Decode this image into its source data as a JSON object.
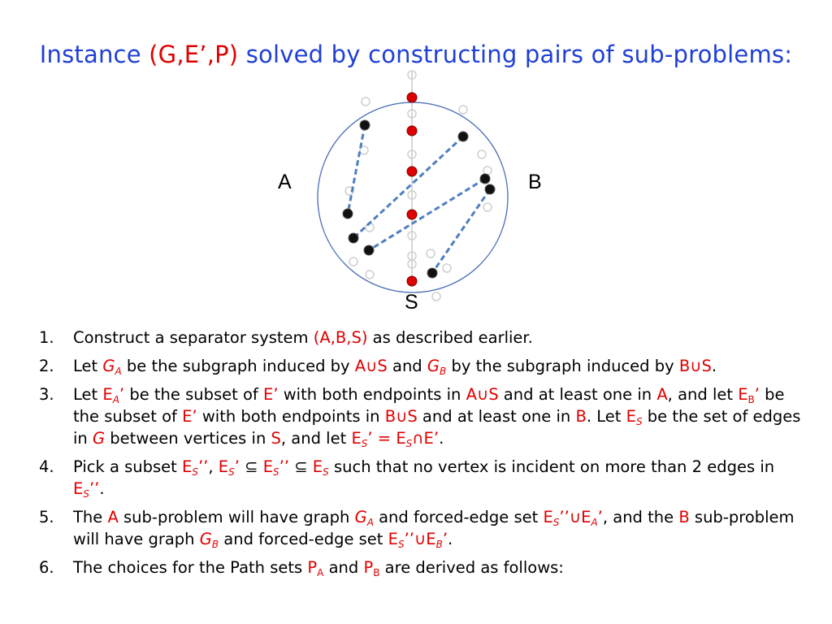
{
  "title": {
    "prefix": "Instance ",
    "instance": "(G,E’,P)",
    "suffix": " solved by constructing pairs of sub-problems:"
  },
  "diagram": {
    "label_a": "A",
    "label_b": "B",
    "label_s": "S",
    "colors": {
      "circle": "#4a6fb5",
      "edge": "#4f7fc0",
      "separator_vertex": "#e00000",
      "vertex": "#111111",
      "ghost": "#cfcfcf"
    }
  },
  "steps": [
    {
      "num": "1.",
      "s1": "Construct a separator system ",
      "s2": "(A,B,S)",
      "s3": " as described earlier."
    },
    {
      "num": "2.",
      "s1": "Let ",
      "g": "G",
      "a": "A",
      "s2": " be the subgraph induced by ",
      "aus": "A∪S",
      "s3": " and ",
      "g2": "G",
      "b": "B",
      "s4": " by the subgraph induced by ",
      "bus": "B∪S",
      "s5": "."
    },
    {
      "num": "3.",
      "t1": "Let ",
      "e1": "E",
      "e1sub": "A",
      "e1p": "’",
      "t2": " be the subset of ",
      "e2": "E’",
      "t3": " with both endpoints in ",
      "aus": "A∪S",
      "t4": " and at least one in ",
      "a": "A",
      "t5": ", and let ",
      "e3": "E",
      "e3sub": "B",
      "e3p": "’",
      "t6": " be the subset of ",
      "e4": "E’",
      "t7": " with both endpoints in ",
      "bus": "B∪S",
      "t8": " and at least one in ",
      "b": "B",
      "t9": ".  Let ",
      "es": "E",
      "essub": "S",
      "t10": " be the set of edges in ",
      "g": "G",
      "t11": " between vertices in ",
      "s": "S",
      "t12": ", and let ",
      "es2": "E",
      "es2sub": "S",
      "es2p": "’",
      "t13": " = E",
      "t13sub": "S",
      "t14": "∩E’",
      "t15": "."
    },
    {
      "num": "4.",
      "t1": "Pick a subset ",
      "a1": "E",
      "a1sub": "S",
      "a1p": "’’",
      "t2": ", ",
      "b1": "E",
      "b1sub": "S",
      "b1p": "’",
      "t3": " ⊆ ",
      "c1": "E",
      "c1sub": "S",
      "c1p": "’’",
      "t4": " ⊆ ",
      "d1": "E",
      "d1sub": "S",
      "t5": " such that no vertex is incident on more than 2 edges in ",
      "e1": "E",
      "e1sub": "S",
      "e1p": "’’",
      "t6": "."
    },
    {
      "num": "5.",
      "t1": "The ",
      "a": "A",
      "t2": " sub-problem will have graph ",
      "g": "G",
      "gsub": "A",
      "t3": " and forced-edge set ",
      "f1": "E",
      "f1sub": "S",
      "f1p": "’’∪E",
      "f1sub2": "A",
      "f1p2": "’",
      "t4": ", and the ",
      "b": "B",
      "t5": " sub-problem will have graph ",
      "g2": "G",
      "g2sub": "B",
      "t6": " and forced-edge set ",
      "f2": "E",
      "f2sub": "S",
      "f2p": "’’∪E",
      "f2sub2": "B",
      "f2p2": "’",
      "t7": "."
    },
    {
      "num": "6.",
      "t1": "The choices for the Path sets ",
      "p1": "P",
      "p1sub": "A",
      "t2": " and ",
      "p2": "P",
      "p2sub": "B",
      "t3": " are derived as follows:"
    }
  ]
}
